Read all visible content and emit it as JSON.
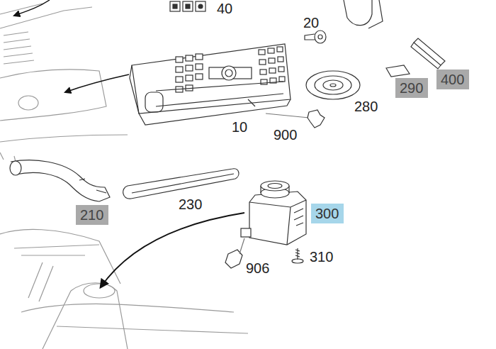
{
  "diagram": {
    "nodes": [
      {
        "text": [
          "400"
        ]
      },
      {
        "text": [
          "290"
        ]
      },
      {
        "text": [
          "210"
        ]
      },
      {
        "text": [
          "300"
        ]
      }
    ],
    "labels": [
      "40",
      "20",
      "280",
      "10",
      "900",
      "230",
      "310",
      "906"
    ]
  }
}
